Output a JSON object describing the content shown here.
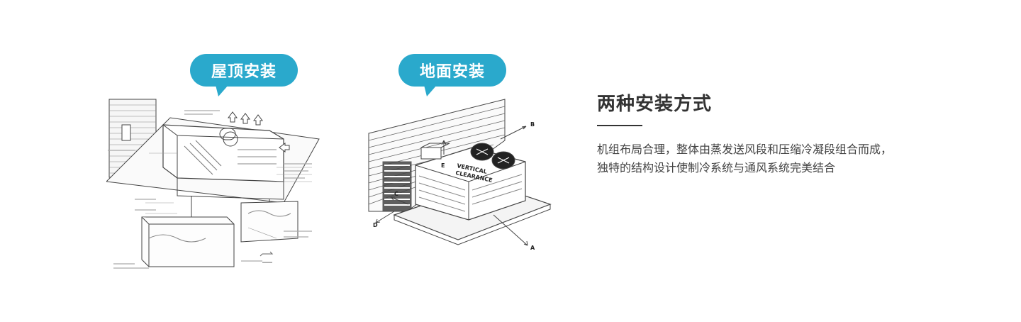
{
  "colors": {
    "bubble": "#2aa9cc",
    "line": "#444444",
    "text": "#333333"
  },
  "install_options": [
    {
      "label": "屋顶安装"
    },
    {
      "label": "地面安装"
    }
  ],
  "section": {
    "title": "两种安装方式",
    "description_lines": [
      "机组布局合理，整体由蒸发送风段和压缩冷凝段组合而成，",
      "独特的结构设计使制冷系统与通风系统完美结合"
    ]
  },
  "ground_diagram": {
    "label_line1": "VERTICAL",
    "label_line2": "CLEARANCE",
    "markers": [
      "A",
      "B",
      "C",
      "D",
      "E"
    ]
  }
}
